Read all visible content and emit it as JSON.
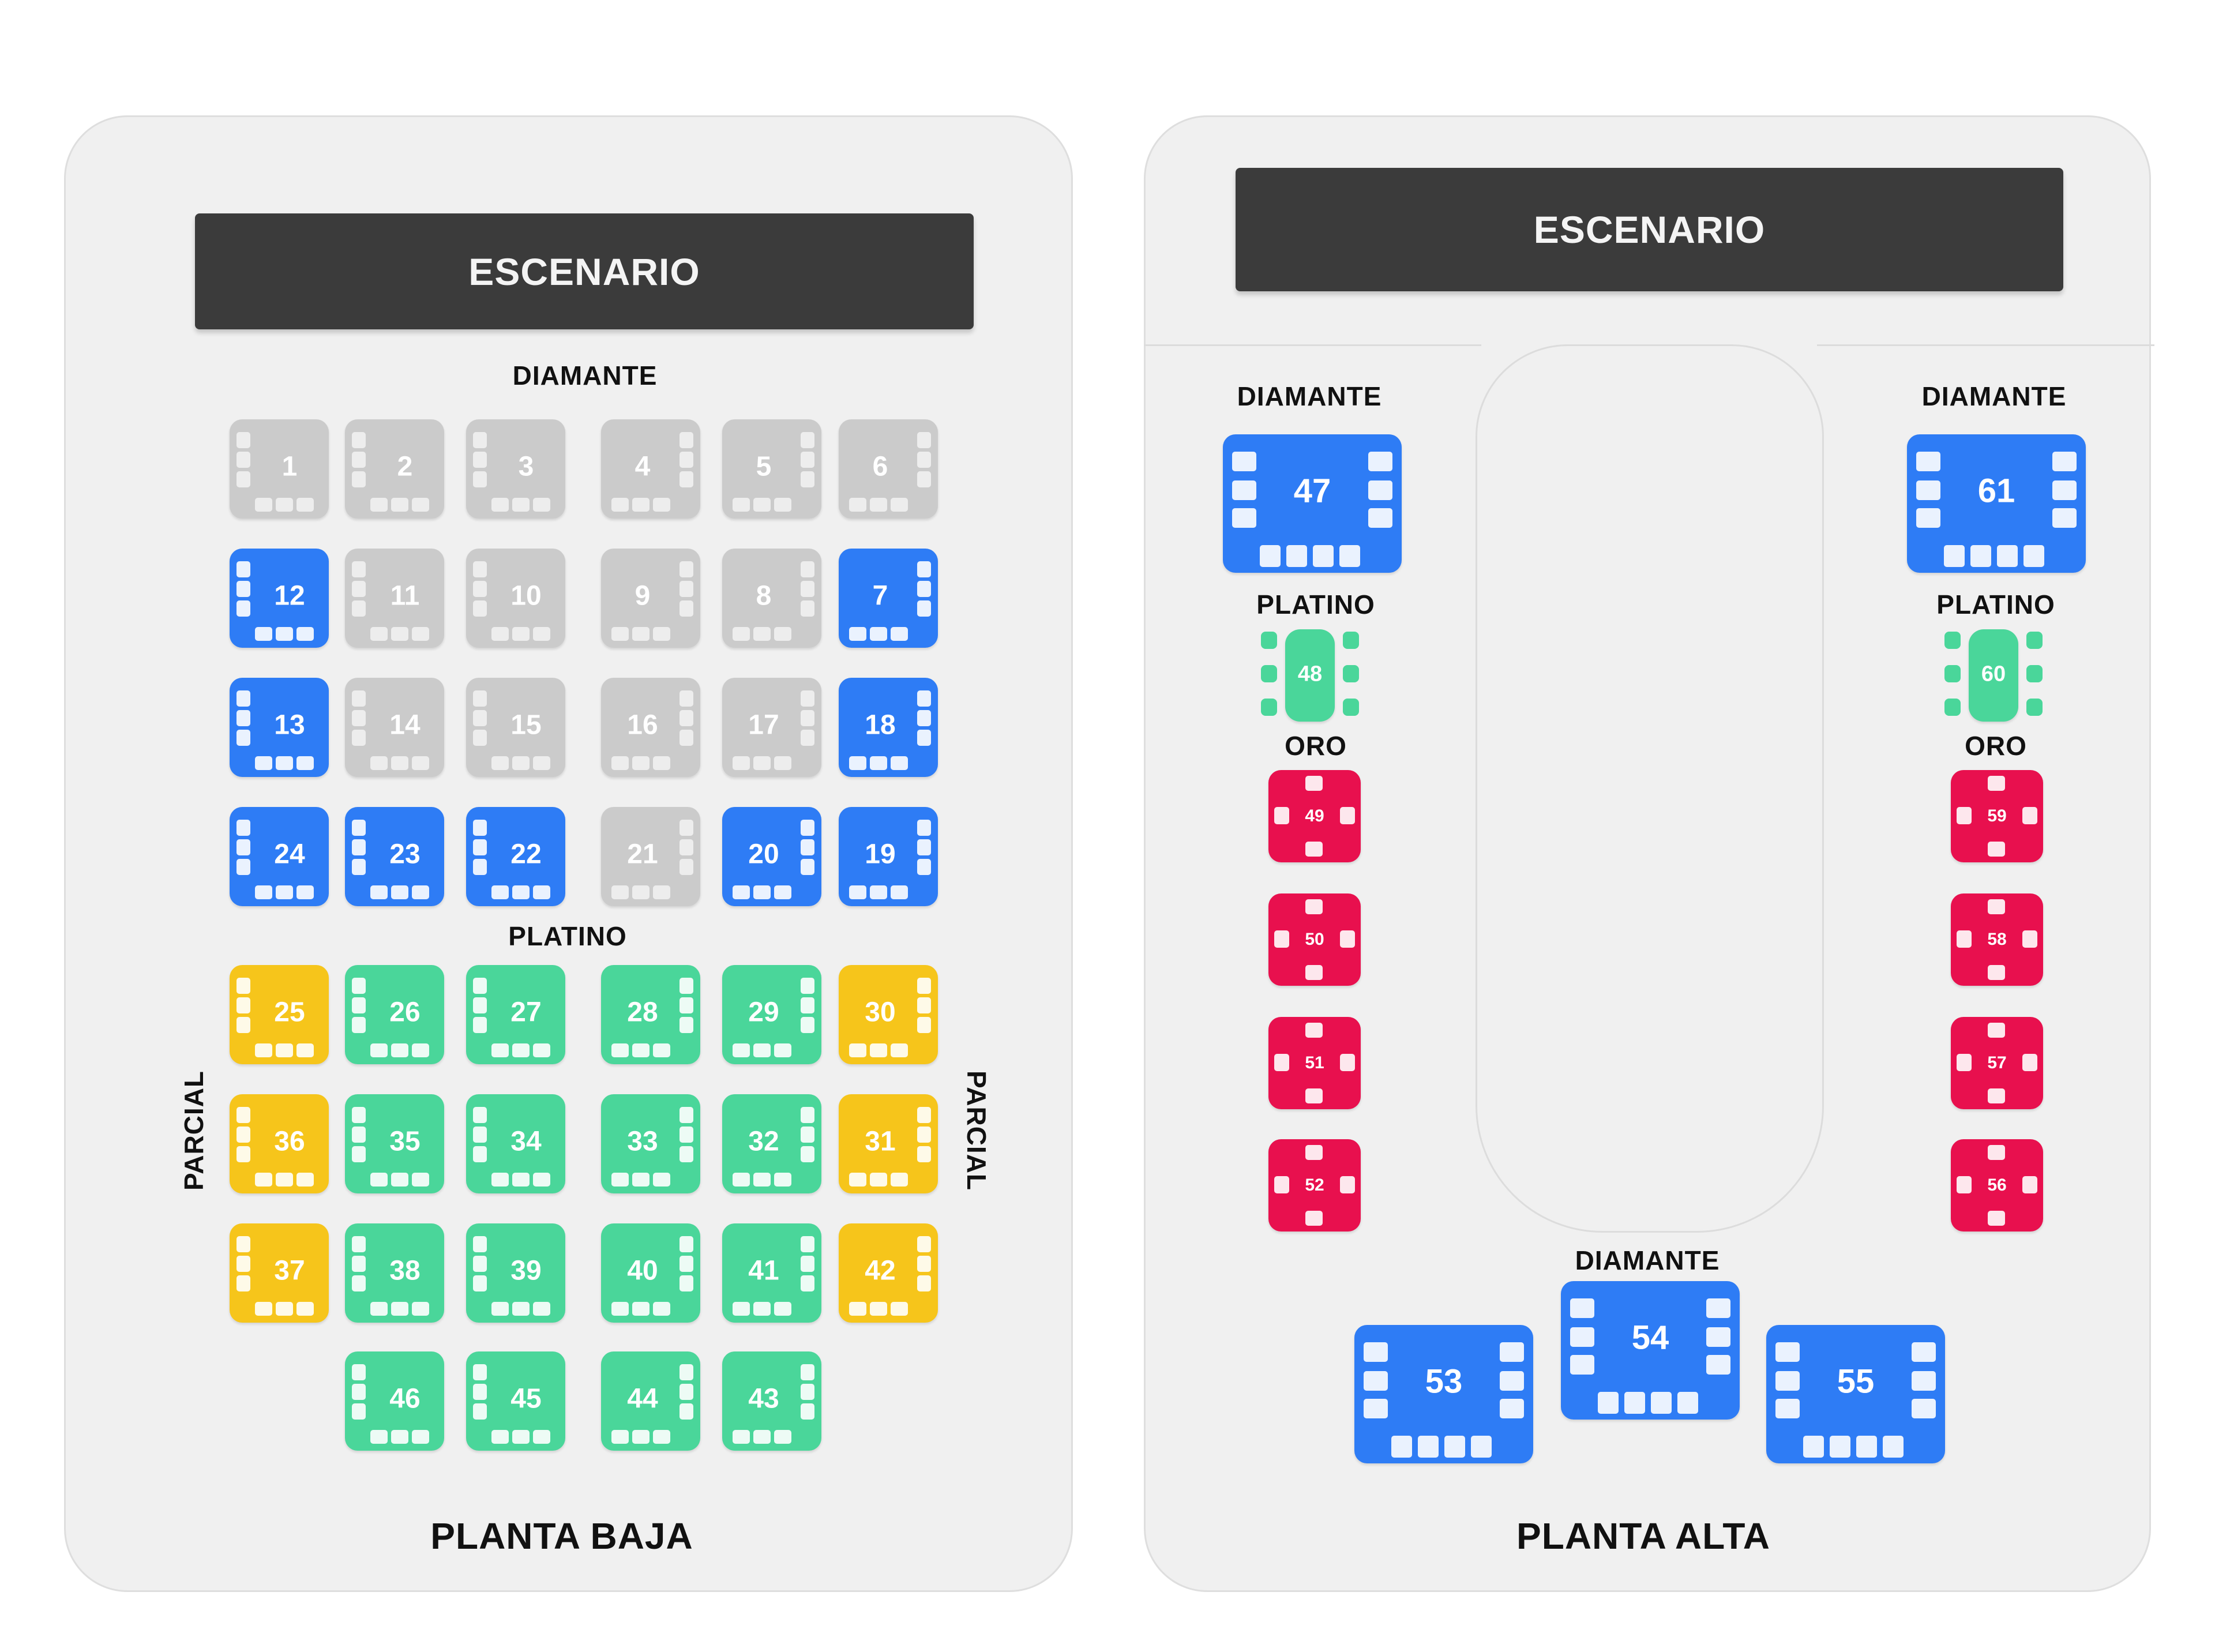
{
  "colors": {
    "diamante": "#2e7cf5",
    "platino": "#4ad69a",
    "parcial": "#f6c51b",
    "oro": "#e8104e",
    "unavailable": "#cbcbcb",
    "stage": "#3b3b3b"
  },
  "planta_baja": {
    "title": "PLANTA BAJA",
    "stage": "ESCENARIO",
    "diamante_label": "DIAMANTE",
    "platino_label": "PLATINO",
    "parcial_left": "PARCIAL",
    "parcial_right": "PARCIAL",
    "rows": [
      [
        {
          "n": "1",
          "c": "gray"
        },
        {
          "n": "2",
          "c": "gray"
        },
        {
          "n": "3",
          "c": "gray"
        },
        {
          "n": "4",
          "c": "gray"
        },
        {
          "n": "5",
          "c": "gray"
        },
        {
          "n": "6",
          "c": "gray"
        }
      ],
      [
        {
          "n": "12",
          "c": "blue"
        },
        {
          "n": "11",
          "c": "gray"
        },
        {
          "n": "10",
          "c": "gray"
        },
        {
          "n": "9",
          "c": "gray"
        },
        {
          "n": "8",
          "c": "gray"
        },
        {
          "n": "7",
          "c": "blue"
        }
      ],
      [
        {
          "n": "13",
          "c": "blue"
        },
        {
          "n": "14",
          "c": "gray"
        },
        {
          "n": "15",
          "c": "gray"
        },
        {
          "n": "16",
          "c": "gray"
        },
        {
          "n": "17",
          "c": "gray"
        },
        {
          "n": "18",
          "c": "blue"
        }
      ],
      [
        {
          "n": "24",
          "c": "blue"
        },
        {
          "n": "23",
          "c": "blue"
        },
        {
          "n": "22",
          "c": "blue"
        },
        {
          "n": "21",
          "c": "gray"
        },
        {
          "n": "20",
          "c": "blue"
        },
        {
          "n": "19",
          "c": "blue"
        }
      ],
      [
        {
          "n": "25",
          "c": "yellow"
        },
        {
          "n": "26",
          "c": "green"
        },
        {
          "n": "27",
          "c": "green"
        },
        {
          "n": "28",
          "c": "green"
        },
        {
          "n": "29",
          "c": "green"
        },
        {
          "n": "30",
          "c": "yellow"
        }
      ],
      [
        {
          "n": "36",
          "c": "yellow"
        },
        {
          "n": "35",
          "c": "green"
        },
        {
          "n": "34",
          "c": "green"
        },
        {
          "n": "33",
          "c": "green"
        },
        {
          "n": "32",
          "c": "green"
        },
        {
          "n": "31",
          "c": "yellow"
        }
      ],
      [
        {
          "n": "37",
          "c": "yellow"
        },
        {
          "n": "38",
          "c": "green"
        },
        {
          "n": "39",
          "c": "green"
        },
        {
          "n": "40",
          "c": "green"
        },
        {
          "n": "41",
          "c": "green"
        },
        {
          "n": "42",
          "c": "yellow"
        }
      ],
      [
        {
          "n": "46",
          "c": "green"
        },
        {
          "n": "45",
          "c": "green"
        },
        {
          "n": "44",
          "c": "green"
        },
        {
          "n": "43",
          "c": "green"
        }
      ]
    ]
  },
  "planta_alta": {
    "title": "PLANTA ALTA",
    "stage": "ESCENARIO",
    "left": {
      "diamante_label": "DIAMANTE",
      "diamante_table": "47",
      "platino_label": "PLATINO",
      "platino_table": "48",
      "oro_label": "ORO",
      "oro_tables": [
        "49",
        "50",
        "51",
        "52"
      ]
    },
    "right": {
      "diamante_label": "DIAMANTE",
      "diamante_table": "61",
      "platino_label": "PLATINO",
      "platino_table": "60",
      "oro_label": "ORO",
      "oro_tables": [
        "59",
        "58",
        "57",
        "56"
      ]
    },
    "bottom": {
      "diamante_label": "DIAMANTE",
      "tables": [
        "53",
        "54",
        "55"
      ]
    }
  }
}
